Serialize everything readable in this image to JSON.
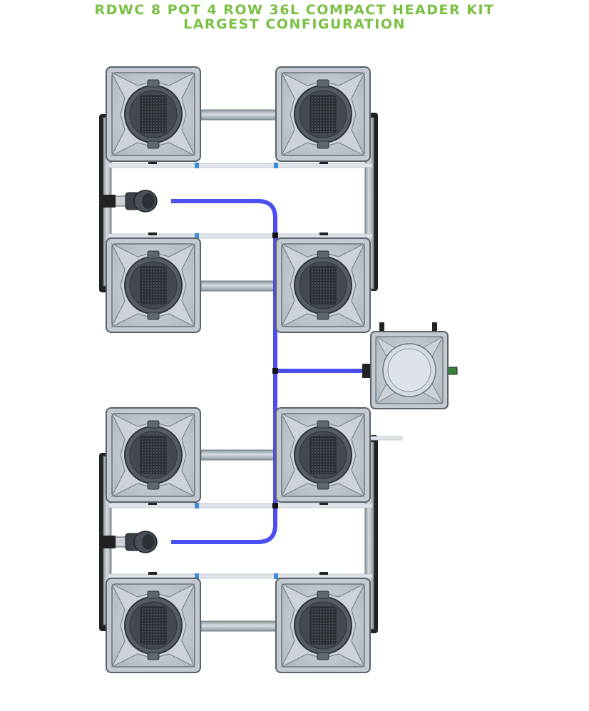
{
  "title": {
    "line1": "RDWC 8 POT 4 ROW 36L COMPACT HEADER KIT",
    "line2": "LARGEST CONFIGURATION"
  },
  "colors": {
    "title": "#7ac043",
    "feed_line": "#4b4ff0",
    "pot_body": "#bfc7cf",
    "pot_outline": "#5f676e",
    "lid_dark": "#3a3f45",
    "pipe": "#a8b3ba",
    "return_tube": "#dfe3ea",
    "joint_accent": "#3f8bd8"
  },
  "diagram": {
    "pot_count": 8,
    "rows": 4,
    "header_tank_count": 1,
    "pump_count": 2,
    "icons": [
      "pot-icon",
      "header-tank-icon",
      "pump-icon",
      "pipe-icon"
    ]
  }
}
